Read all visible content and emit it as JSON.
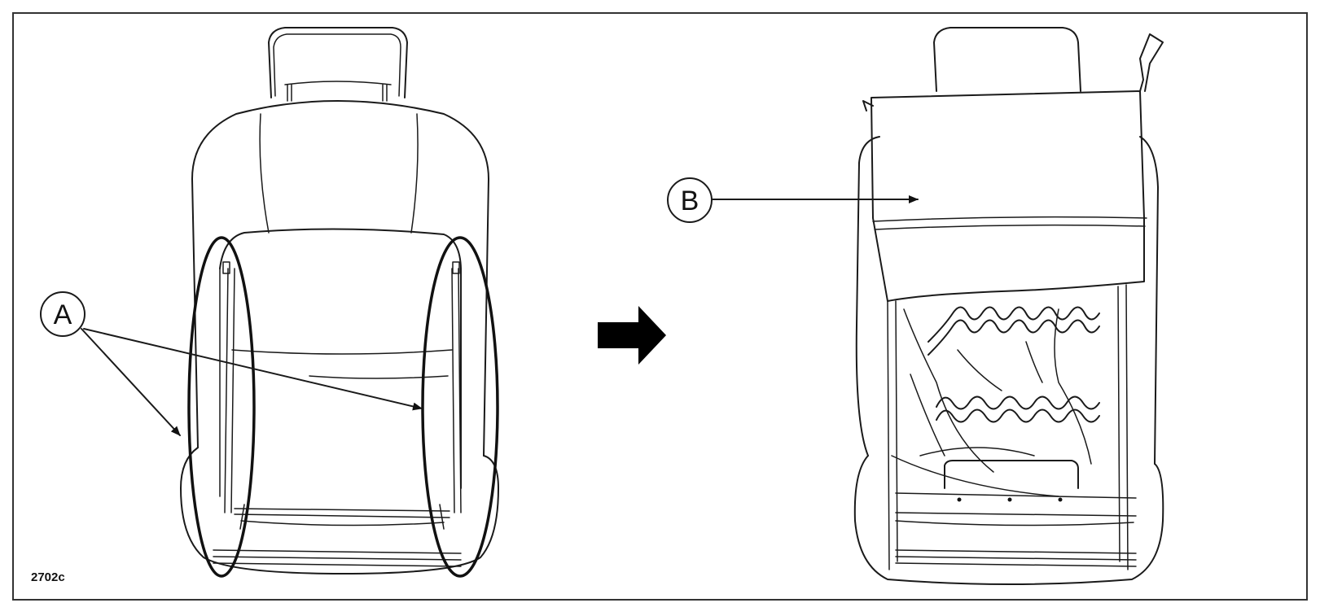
{
  "figure": {
    "reference_code": "2702c",
    "callouts": {
      "a": "A",
      "b": "B"
    },
    "colors": {
      "ink": "#1a1a1a",
      "background": "#ffffff"
    }
  }
}
